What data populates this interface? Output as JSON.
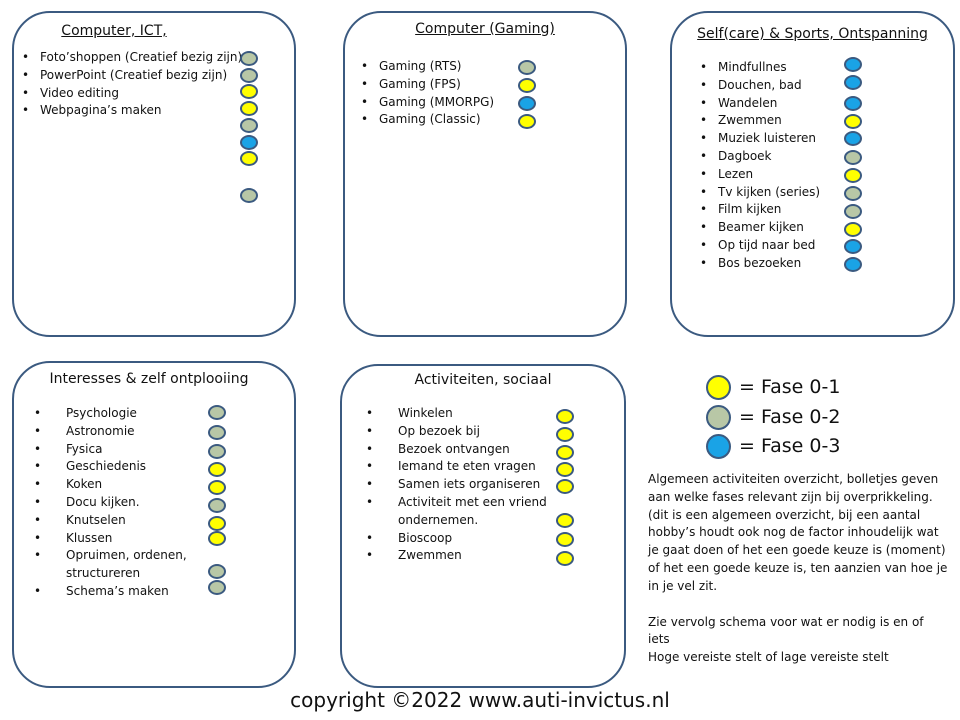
{
  "panels": {
    "ict": {
      "title": "Computer, ICT,",
      "items": [
        "Foto’shoppen  (Creatief bezig zijn)",
        "PowerPoint (Creatief bezig zijn)",
        "Video editing",
        "Webpagina’s maken"
      ],
      "dots": [
        "fase-0-2",
        "fase-0-2",
        "fase-0-1",
        "fase-0-1",
        "fase-0-2",
        "fase-0-3",
        "fase-0-1",
        "fase-0-2"
      ]
    },
    "gaming": {
      "title": "Computer (Gaming)",
      "items": [
        "Gaming (RTS)",
        "Gaming (FPS)",
        "Gaming (MMORPG)",
        "Gaming (Classic)"
      ],
      "dots": [
        "fase-0-2",
        "fase-0-1",
        "fase-0-3",
        "fase-0-1"
      ]
    },
    "selfcare": {
      "title": "Self(care) & Sports, Ontspanning",
      "items": [
        "Mindfullnes",
        "Douchen, bad",
        "Wandelen",
        "Zwemmen",
        "Muziek luisteren",
        "Dagboek",
        "Lezen",
        "Tv kijken (series)",
        "Film kijken",
        "Beamer kijken",
        "Op tijd naar bed",
        "Bos bezoeken"
      ],
      "dots": [
        "fase-0-3",
        "fase-0-3",
        "fase-0-3",
        "fase-0-1",
        "fase-0-3",
        "fase-0-2",
        "fase-0-1",
        "fase-0-2",
        "fase-0-2",
        "fase-0-1",
        "fase-0-3",
        "fase-0-3"
      ]
    },
    "interesses": {
      "title": "Interesses  & zelf ontplooiing",
      "items": [
        "Psychologie",
        "Astronomie",
        "Fysica",
        "Geschiedenis",
        "Koken",
        "Docu kijken.",
        "Knutselen",
        "Klussen",
        "Opruimen, ordenen,",
        "structureren",
        "Schema’s maken"
      ],
      "dots": [
        "fase-0-2",
        "fase-0-2",
        "fase-0-2",
        "fase-0-1",
        "fase-0-1",
        "fase-0-2",
        "fase-0-1",
        "fase-0-1",
        "fase-0-2",
        "fase-0-2"
      ]
    },
    "sociaal": {
      "title": "Activiteiten, sociaal",
      "items": [
        "Winkelen",
        "Op bezoek bij",
        "Bezoek ontvangen",
        "Iemand te eten vragen",
        "Samen iets organiseren",
        "Activiteit met een vriend",
        "ondernemen.",
        "Bioscoop",
        "Zwemmen"
      ],
      "dots": [
        "fase-0-1",
        "fase-0-1",
        "fase-0-1",
        "fase-0-1",
        "fase-0-1",
        "fase-0-1",
        "fase-0-1",
        "fase-0-1"
      ]
    }
  },
  "legend": [
    {
      "label": "=  Fase 0-1",
      "color": "#ffff00"
    },
    {
      "label": "= Fase 0-2",
      "color": "#b8c7a6"
    },
    {
      "label": "= Fase 0-3",
      "color": "#1aa3e6"
    }
  ],
  "description": {
    "para1": "Algemeen activiteiten overzicht, bolletjes geven\naan welke fases relevant zijn bij overprikkeling.\n(dit is een algemeen overzicht, bij een aantal\nhobby’s houdt ook nog de factor inhoudelijk wat\nje gaat doen of het een goede keuze is (moment)\nof het een goede keuze is, ten aanzien van hoe je\nin je vel zit.",
    "para2": "Zie vervolg schema voor wat er nodig is en of iets\nHoge vereiste stelt of lage vereiste stelt"
  },
  "footer": "copyright ©2022 www.auti-invictus.nl",
  "colors": {
    "fase-0-1": "#ffff00",
    "fase-0-2": "#b8c7a6",
    "fase-0-3": "#1aa3e6",
    "border": "#3b5a80"
  }
}
